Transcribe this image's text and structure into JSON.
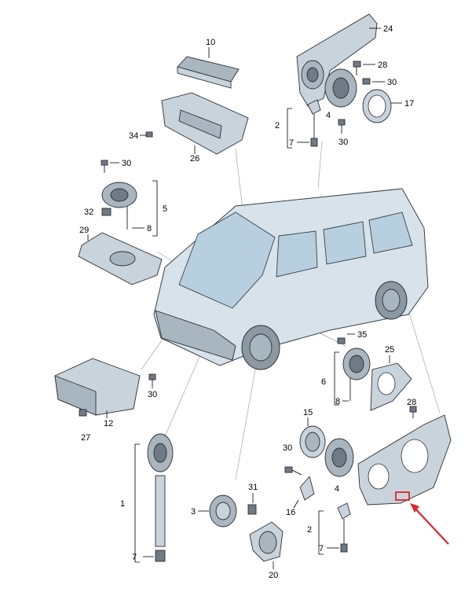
{
  "diagram": {
    "callouts": [
      "24",
      "28",
      "30",
      "17",
      "10",
      "2",
      "4",
      "7",
      "30",
      "34",
      "26",
      "30",
      "5",
      "32",
      "8",
      "29",
      "35",
      "25",
      "6",
      "8",
      "28",
      "12",
      "30",
      "27",
      "15",
      "30",
      "4",
      "31",
      "1",
      "3",
      "16",
      "2",
      "7",
      "7",
      "20"
    ],
    "highlight": {
      "color": "#e0232a",
      "marker_color": "#e0232a"
    }
  }
}
